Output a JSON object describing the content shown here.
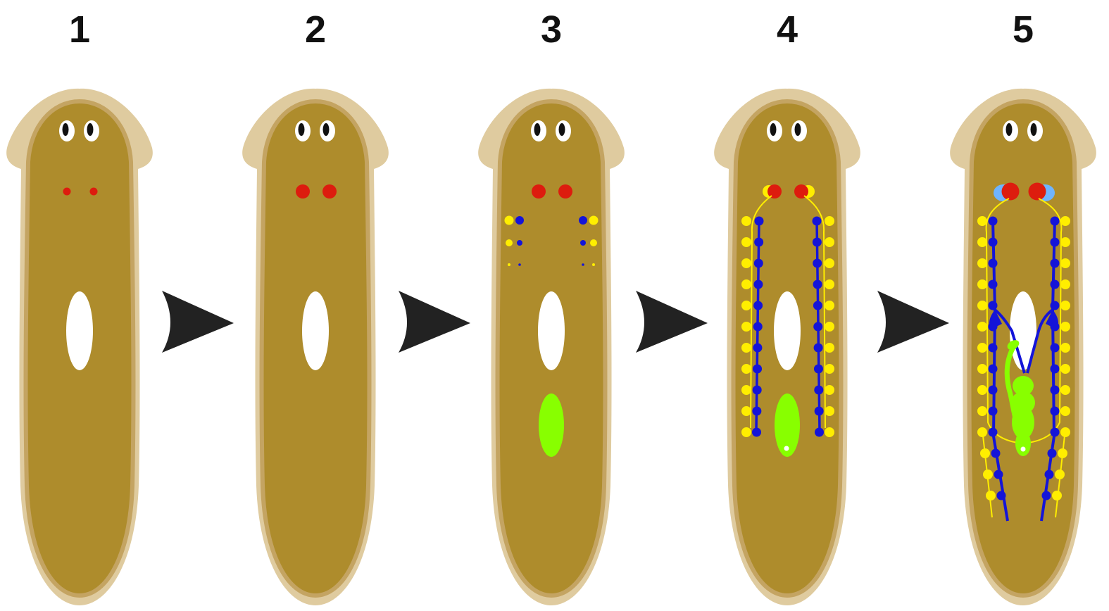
{
  "stages": [
    {
      "label": "1",
      "gonad_size": "small",
      "features": []
    },
    {
      "label": "2",
      "gonad_size": "large",
      "features": []
    },
    {
      "label": "3",
      "gonad_size": "large",
      "features": [
        "testis-primordia",
        "copulatory-primordium"
      ]
    },
    {
      "label": "4",
      "gonad_size": "large",
      "features": [
        "testes",
        "vasa-deferentia",
        "oviducts",
        "copulatory-primordium",
        "gonopore"
      ]
    },
    {
      "label": "5",
      "gonad_size": "large",
      "features": [
        "testes",
        "vasa-deferentia",
        "oviducts",
        "seminal-vesicles",
        "copulatory-apparatus",
        "copulatory-bursa",
        "gonopore",
        "accessory-glands"
      ]
    }
  ],
  "colors": {
    "body_rim": "#dfcb9f",
    "body_fill": "#ae8c2c",
    "eyes": "#ffffff",
    "pupil": "#111111",
    "ovary": "#dd1c0e",
    "testis": "#ffee00",
    "vas_deferens": "#1414d8",
    "copulatory": "#88ff00",
    "accessory_gland": "#6fb4ff",
    "pharynx": "#ffffff",
    "arrow": "#222222"
  },
  "arrow_icon": "arrowhead-right"
}
